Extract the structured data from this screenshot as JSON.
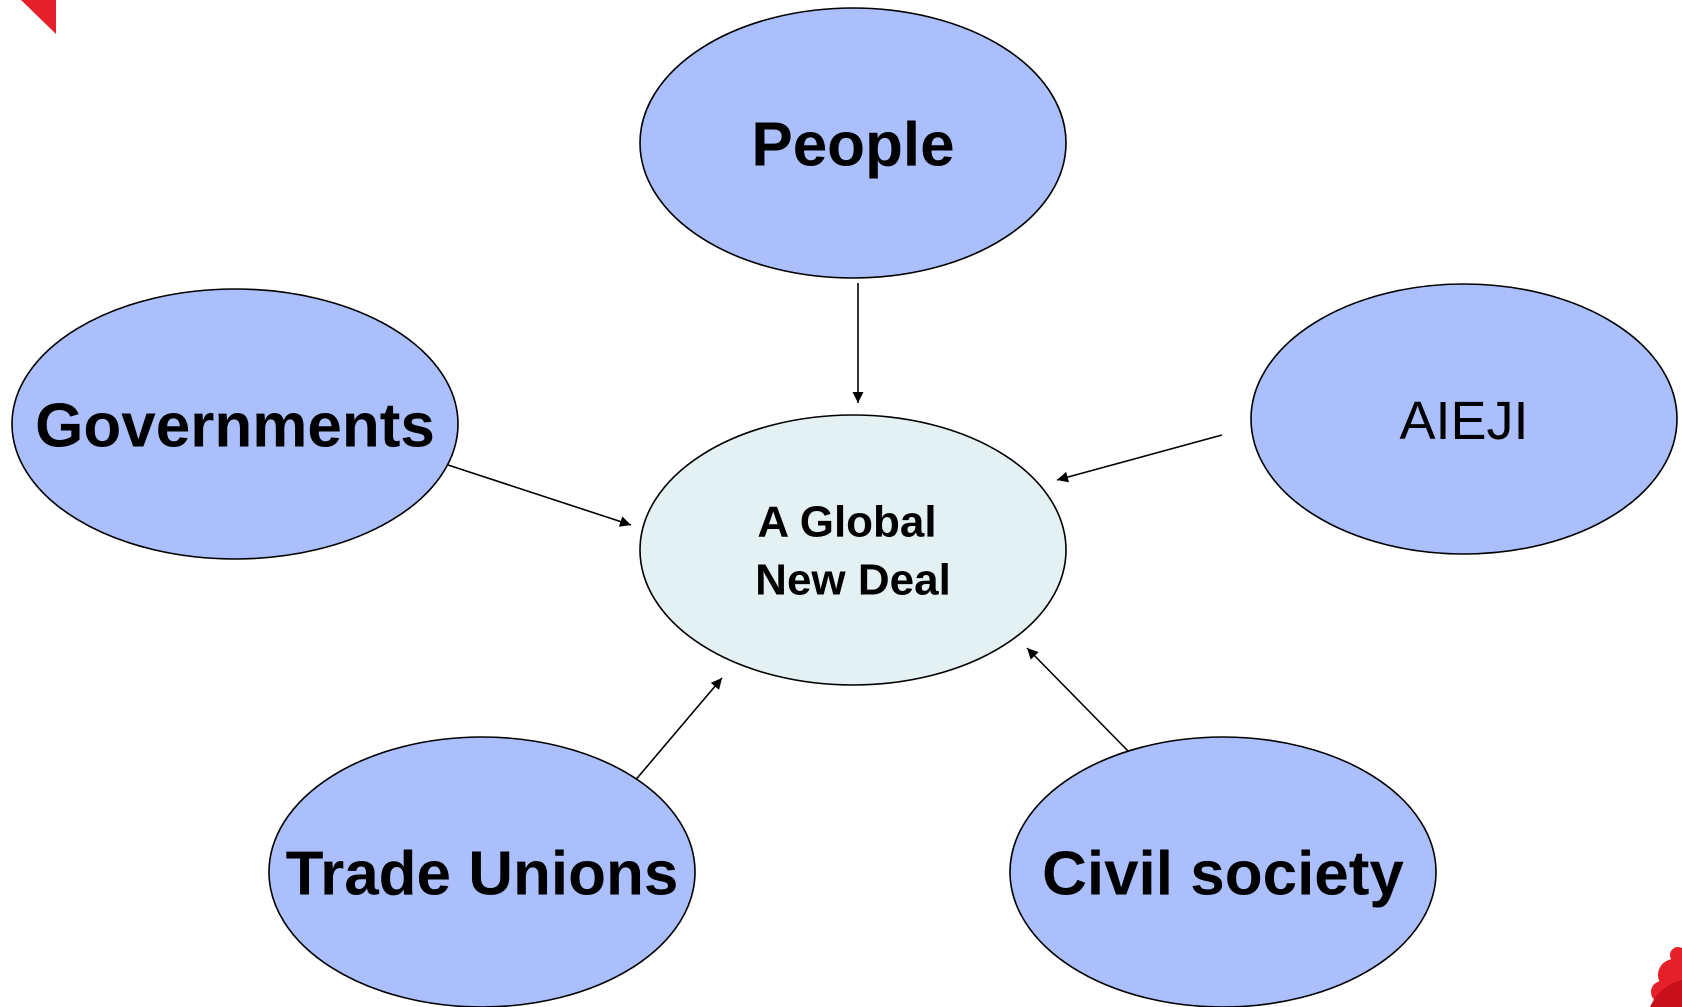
{
  "colors": {
    "outer_node_fill": "#aabffb",
    "center_node_fill": "#e4f1f2",
    "stroke": "#000000",
    "corner_accent": "#e5202a"
  },
  "diagram": {
    "center": {
      "line1": "A Global",
      "line2": "New Deal"
    },
    "nodes": {
      "people": "People",
      "governments": "Governments",
      "aieji": "AIEJI",
      "trade_unions": "Trade Unions",
      "civil_society": "Civil society"
    }
  },
  "decorations": {
    "top_left": "corner-triangle-icon",
    "bottom_right": "rose-logo-icon"
  }
}
